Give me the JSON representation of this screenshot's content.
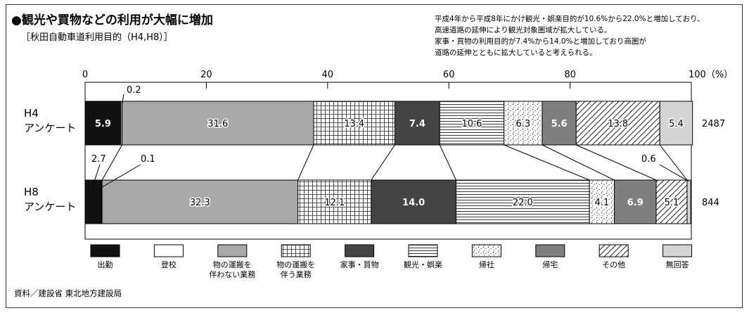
{
  "title": "●観光や買物などの利用が大幅に増加",
  "subtitle": "［秋田自動車道利用目的（H4,H8）］",
  "note": [
    "平成4年から平成8年にかけ観光・娯楽目的が10.6%から22.0%と増加しており、",
    "高速道路の延伸により観光対象圏域が拡大している。",
    "家事・買物の利用目的が7.4%から14.0%と増加しており商圏が",
    "道路の延伸とともに拡大していると考えられる。"
  ],
  "source": "資料／建設省 東北地方建設局",
  "chart_data": {
    "type": "bar",
    "orientation": "horizontal",
    "stacked": true,
    "xlim": [
      0,
      100
    ],
    "x_ticks": [
      "0",
      "20",
      "40",
      "60",
      "80",
      "100（%）"
    ],
    "categories": [
      {
        "label": [
          "H4",
          "アンケート"
        ],
        "n": "2487"
      },
      {
        "label": [
          "H8",
          "アンケート"
        ],
        "n": "844"
      }
    ],
    "series": [
      {
        "name": "出勤",
        "fill": "solid-black",
        "values": [
          5.9,
          2.7
        ]
      },
      {
        "name": "登校",
        "fill": "white",
        "values": [
          0.2,
          0.1
        ]
      },
      {
        "name": "物の運搬を伴わない業務",
        "legend_lines": [
          "物の運搬を",
          "伴わない業務"
        ],
        "fill": "gray",
        "values": [
          31.6,
          32.3
        ]
      },
      {
        "name": "物の運搬を伴う業務",
        "legend_lines": [
          "物の運搬を",
          "伴う業務"
        ],
        "fill": "grid",
        "values": [
          13.4,
          12.1
        ]
      },
      {
        "name": "家事・買物",
        "fill": "dark-gray",
        "values": [
          7.4,
          14.0
        ]
      },
      {
        "name": "観光・娯楽",
        "fill": "horizontal-lines",
        "values": [
          10.6,
          22.0
        ]
      },
      {
        "name": "帰社",
        "fill": "dots",
        "values": [
          6.3,
          4.1
        ]
      },
      {
        "name": "帰宅",
        "fill": "medium-gray",
        "values": [
          5.6,
          6.9
        ]
      },
      {
        "name": "その他",
        "fill": "diagonal-lines",
        "values": [
          13.8,
          5.1
        ]
      },
      {
        "name": "無回答",
        "fill": "light-gray",
        "values": [
          5.4,
          0.6
        ]
      }
    ],
    "data_labels": [
      [
        "5.9",
        "0.2",
        "31.6",
        "13.4",
        "7.4",
        "10.6",
        "6.3",
        "5.6",
        "13.8",
        "5.4"
      ],
      [
        "2.7",
        "0.1",
        "32.3",
        "12.1",
        "14.0",
        "22.0",
        "4.1",
        "6.9",
        "5.1",
        "0.6"
      ]
    ],
    "colors": {
      "black": "#111111",
      "gray": "#a9a9a9",
      "dark_gray": "#444444",
      "medium_gray": "#7f7f7f",
      "light_gray": "#d4d4d4"
    }
  }
}
